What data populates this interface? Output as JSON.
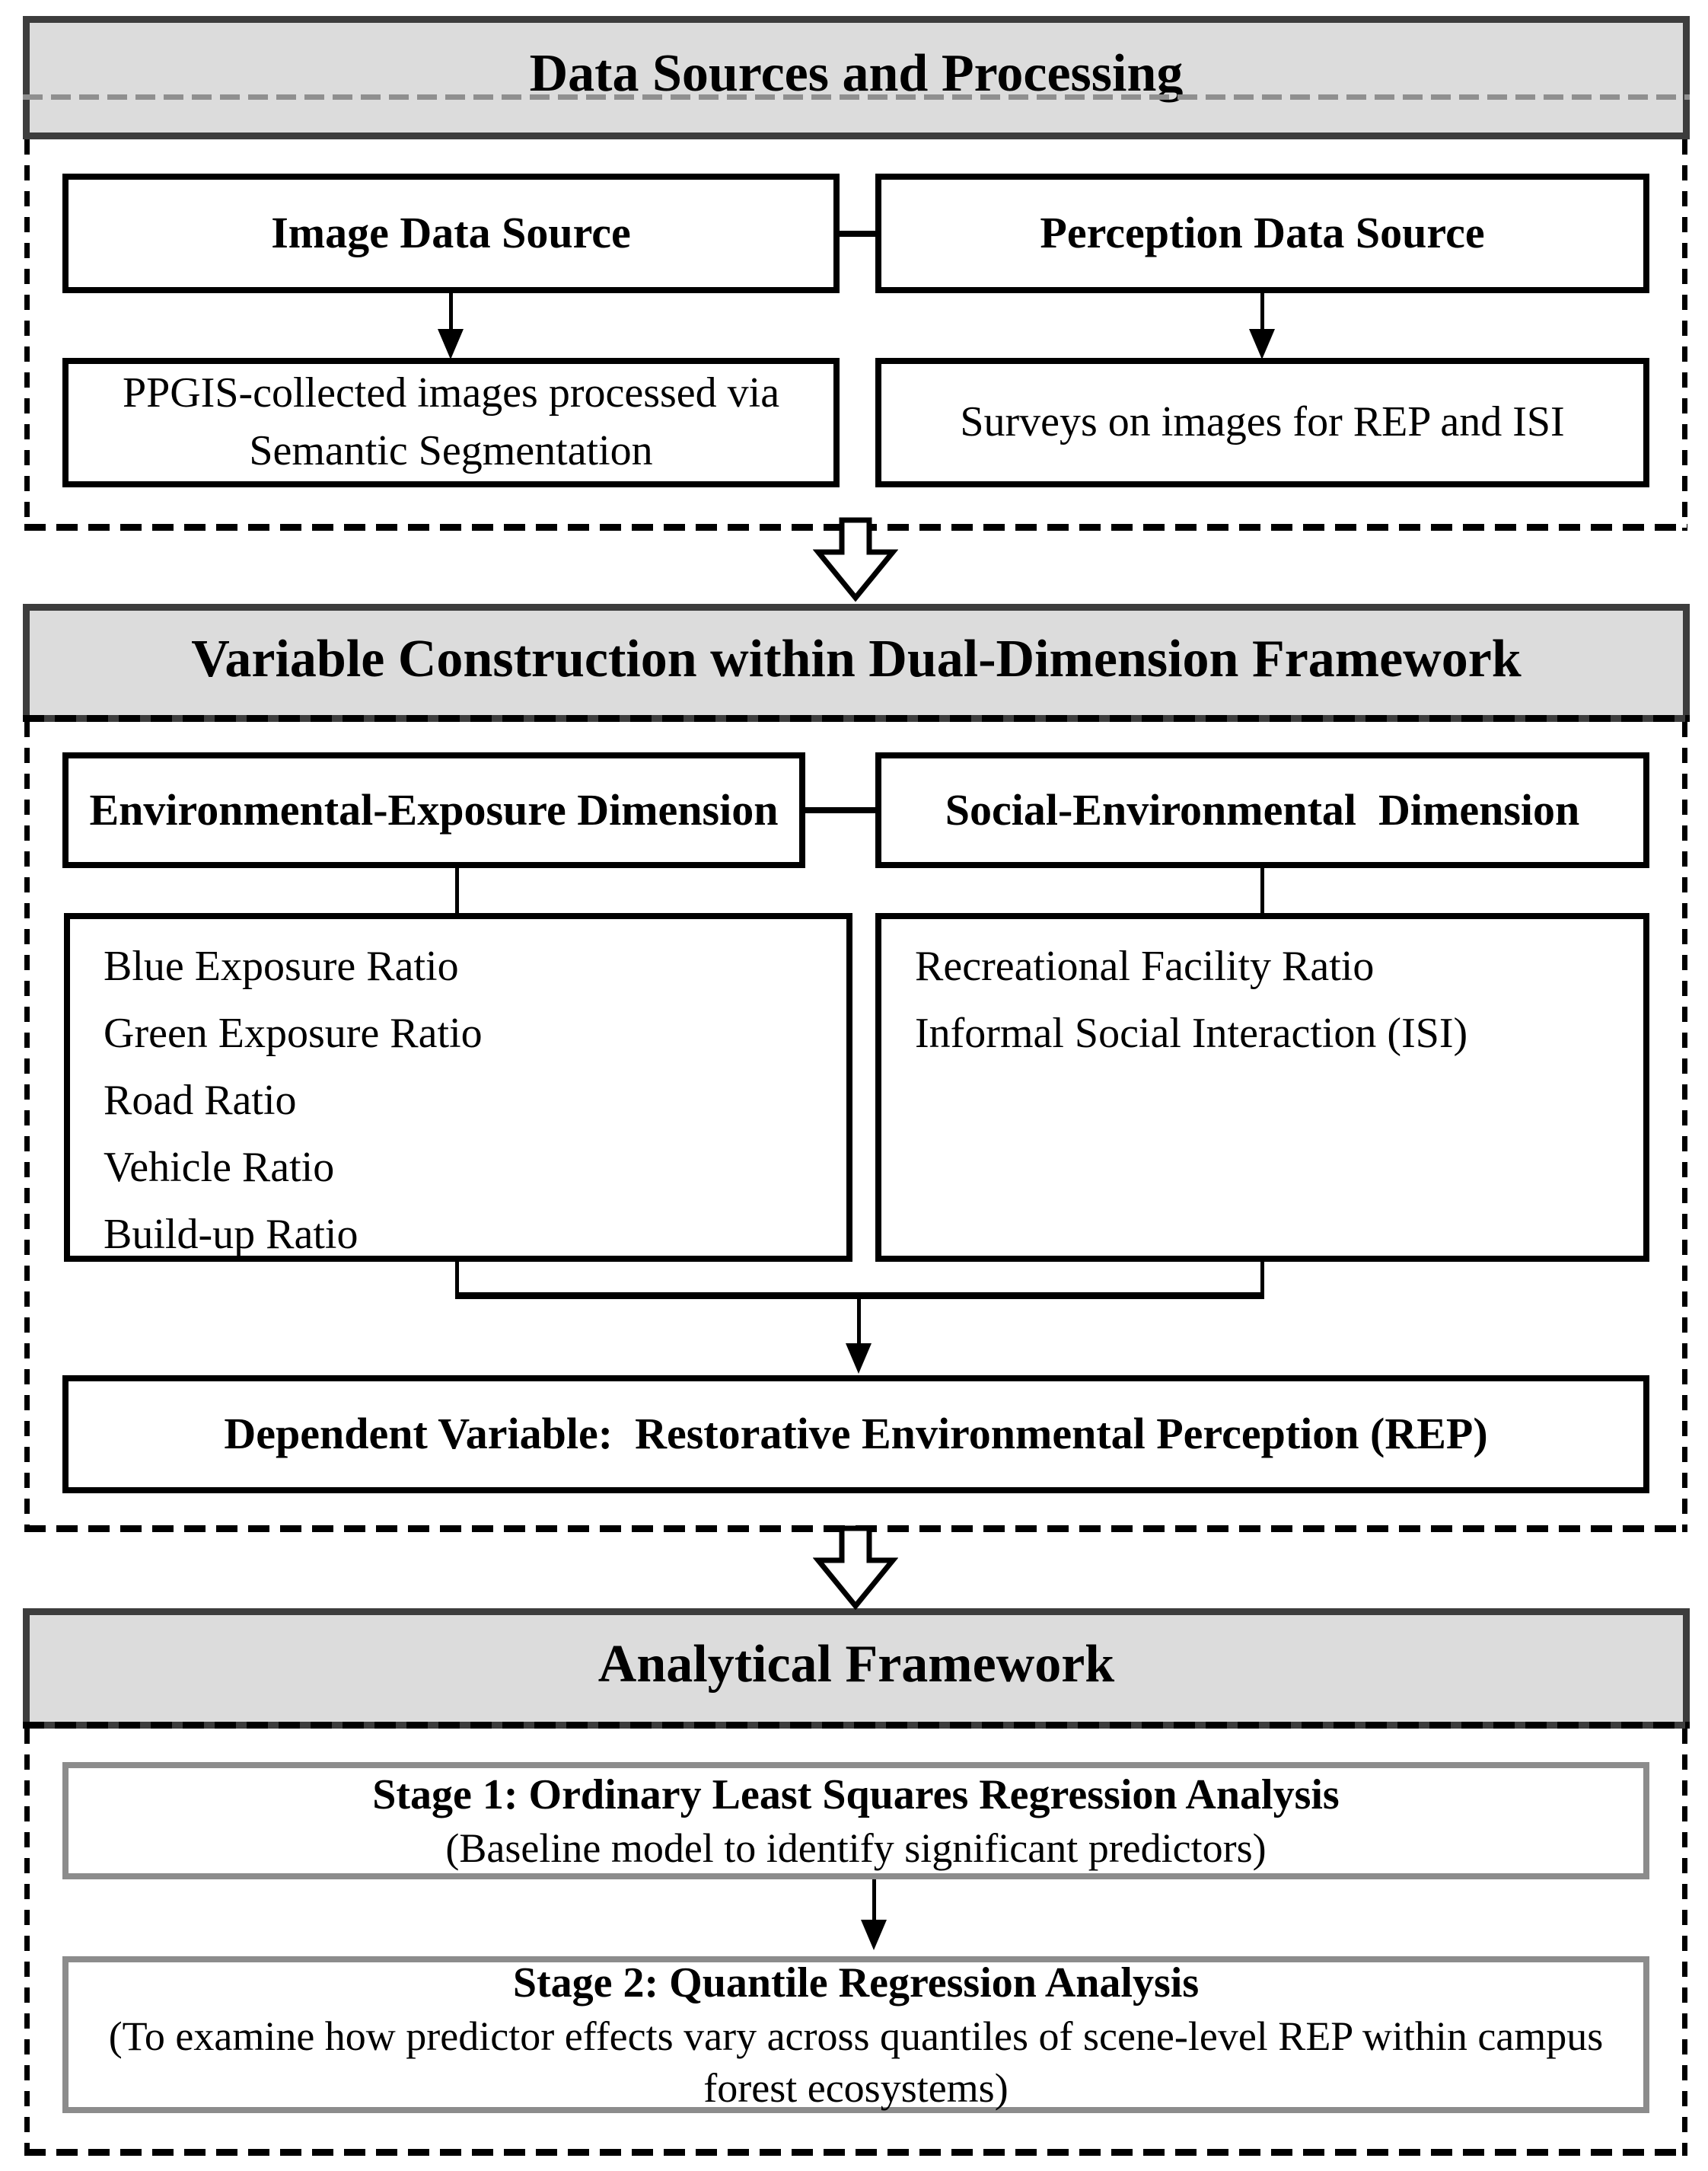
{
  "figure": {
    "section1": {
      "banner": "Data Sources and Processing",
      "image_source_label": "Image Data Source",
      "perception_source_label": "Perception Data Source",
      "image_processing_text": "PPGIS-collected images processed via Semantic Segmentation",
      "survey_text": "Surveys on images for REP and ISI"
    },
    "section2": {
      "banner": "Variable Construction within Dual-Dimension Framework",
      "env_dimension_label": "Environmental-Exposure Dimension",
      "social_dimension_label": "Social-Environmental  Dimension",
      "env_variables": [
        "Blue Exposure Ratio",
        "Green Exposure Ratio",
        "Road Ratio",
        "Vehicle Ratio",
        "Build-up Ratio"
      ],
      "social_variables": [
        "Recreational Facility Ratio",
        "Informal Social Interaction (ISI)"
      ],
      "dependent_variable": "Dependent Variable:  Restorative Environmental Perception (REP)"
    },
    "section3": {
      "banner": "Analytical Framework",
      "stage1_title": "Stage 1: Ordinary Least Squares Regression Analysis",
      "stage1_desc": "(Baseline model to identify significant predictors)",
      "stage2_title": "Stage 2: Quantile Regression Analysis",
      "stage2_desc": "(To examine how predictor effects vary across quantiles of scene-level REP within campus forest ecosystems)"
    },
    "colors": {
      "banner_fill": "#dcdcdc",
      "banner_border": "#3d3d3d",
      "box_border": "#000000",
      "stage_box_border": "#8c8c8c",
      "dashed_gray": "#8f8f8f"
    }
  }
}
